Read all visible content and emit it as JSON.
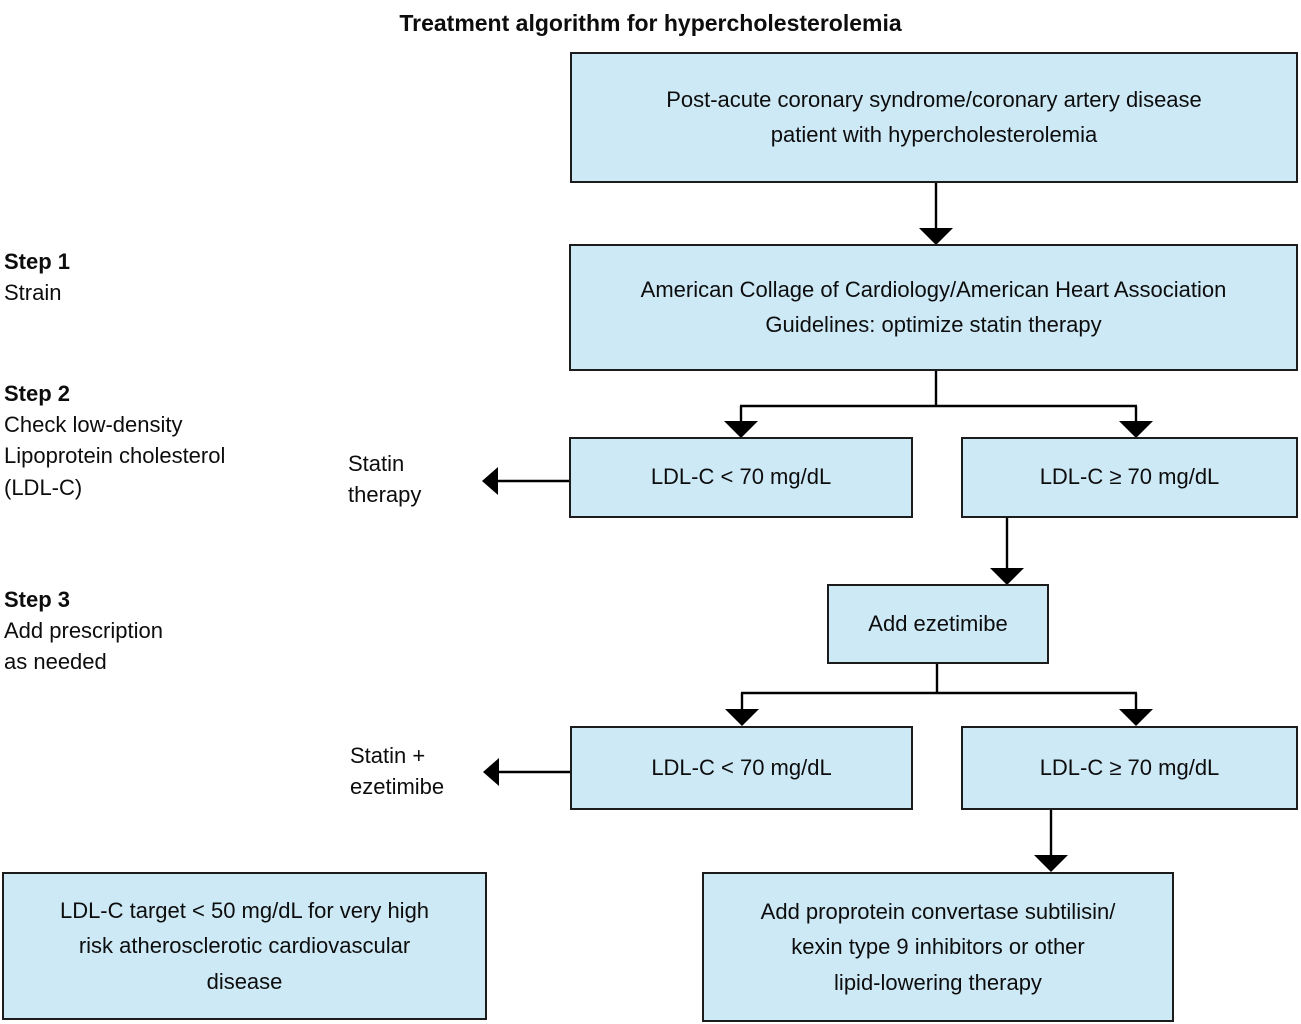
{
  "title": "Treatment algorithm for hypercholesterolemia",
  "colors": {
    "page_bg": "#ffffff",
    "box_fill": "#cde9f6",
    "box_border": "#1c1c1c",
    "line_color": "#000000",
    "text_color": "#0d0d0d"
  },
  "steps": {
    "step1": {
      "label": "Step 1",
      "description": "Strain"
    },
    "step2": {
      "label": "Step 2",
      "description": "Check low-density\nLipoprotein cholesterol\n(LDL-C)"
    },
    "step3": {
      "label": "Step 3",
      "description": "Add prescription\nas needed"
    }
  },
  "outcomes": {
    "statin_therapy": "Statin\ntherapy",
    "statin_plus_ezetimibe": "Statin +\nezetimibe"
  },
  "nodes": {
    "patient": {
      "text": "Post-acute coronary syndrome/coronary artery disease\npatient with hypercholesterolemia"
    },
    "guidelines": {
      "text": "American Collage of Cardiology/American Heart Association\nGuidelines: optimize statin therapy"
    },
    "ldl_lt70_step2": {
      "text": "LDL-C < 70 mg/dL"
    },
    "ldl_ge70_step2": {
      "text": "LDL-C ≥ 70 mg/dL"
    },
    "add_ezetimibe": {
      "text": "Add ezetimibe"
    },
    "ldl_lt70_step3": {
      "text": "LDL-C < 70 mg/dL"
    },
    "ldl_ge70_step3": {
      "text": "LDL-C ≥ 70 mg/dL"
    },
    "ldl_target": {
      "text": "LDL-C target < 50 mg/dL for very high\nrisk atherosclerotic cardiovascular\ndisease"
    },
    "pcsk9": {
      "text": "Add proprotein convertase subtilisin/\nkexin type 9 inhibitors or other\nlipid-lowering therapy"
    }
  },
  "edges": [
    {
      "from": "patient",
      "to": "guidelines"
    },
    {
      "from": "guidelines",
      "to": "ldl_lt70_step2"
    },
    {
      "from": "guidelines",
      "to": "ldl_ge70_step2"
    },
    {
      "from": "ldl_lt70_step2",
      "to": "statin_therapy"
    },
    {
      "from": "ldl_ge70_step2",
      "to": "add_ezetimibe"
    },
    {
      "from": "add_ezetimibe",
      "to": "ldl_lt70_step3"
    },
    {
      "from": "add_ezetimibe",
      "to": "ldl_ge70_step3"
    },
    {
      "from": "ldl_lt70_step3",
      "to": "statin_plus_ezetimibe"
    },
    {
      "from": "ldl_ge70_step3",
      "to": "pcsk9"
    }
  ]
}
